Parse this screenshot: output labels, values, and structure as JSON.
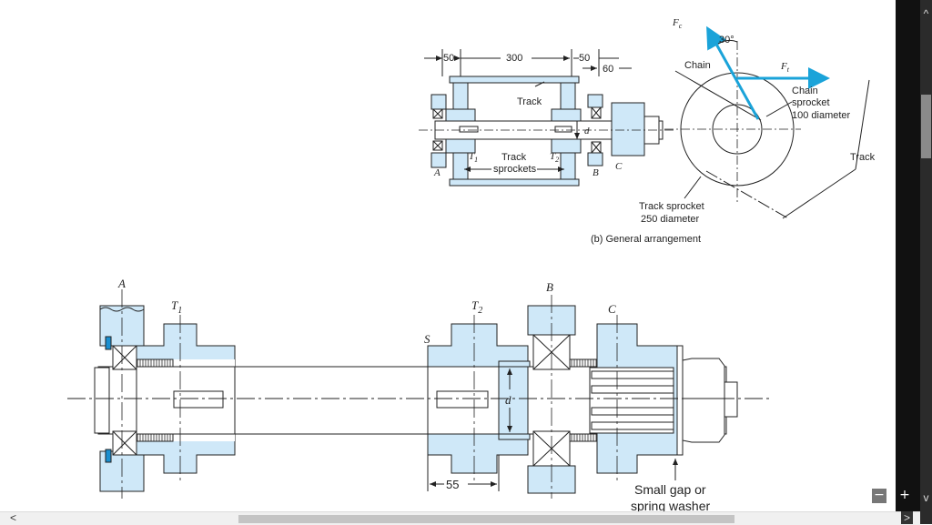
{
  "diagram": {
    "top": {
      "dim_50_left": "50",
      "dim_300": "300",
      "dim_50_right": "50",
      "dim_60": "60",
      "track": "Track",
      "d": "d",
      "t1": "T",
      "t1_sub": "1",
      "t2": "T",
      "t2_sub": "2",
      "track_sprockets_1": "Track",
      "track_sprockets_2": "sprockets",
      "a": "A",
      "b": "B",
      "c": "C",
      "caption": "(b) General arrangement"
    },
    "force": {
      "fc": "F",
      "fc_sub": "c",
      "angle": "30°",
      "chain": "Chain",
      "ft": "F",
      "ft_sub": "t",
      "chain_sprocket_1": "Chain",
      "chain_sprocket_2": "sprocket",
      "chain_sprocket_3": "100 diameter",
      "track": "Track",
      "track_sprocket_1": "Track sprocket",
      "track_sprocket_2": "250 diameter"
    },
    "bottom": {
      "a": "A",
      "t1": "T",
      "t1_sub": "1",
      "t2": "T",
      "t2_sub": "2",
      "s": "S",
      "b": "B",
      "c": "C",
      "d": "d",
      "dim_55": "55",
      "gap_1": "Small gap or",
      "gap_2": "spring washer"
    },
    "colors": {
      "fill": "#cfe8f8",
      "force": "#1aa3d9",
      "seal": "#1a8fd0"
    }
  },
  "ui": {
    "scroll_up": "^",
    "scroll_down": "v",
    "scroll_left": "<",
    "scroll_right": ">",
    "zoom_out": "−",
    "zoom_in": "+"
  }
}
